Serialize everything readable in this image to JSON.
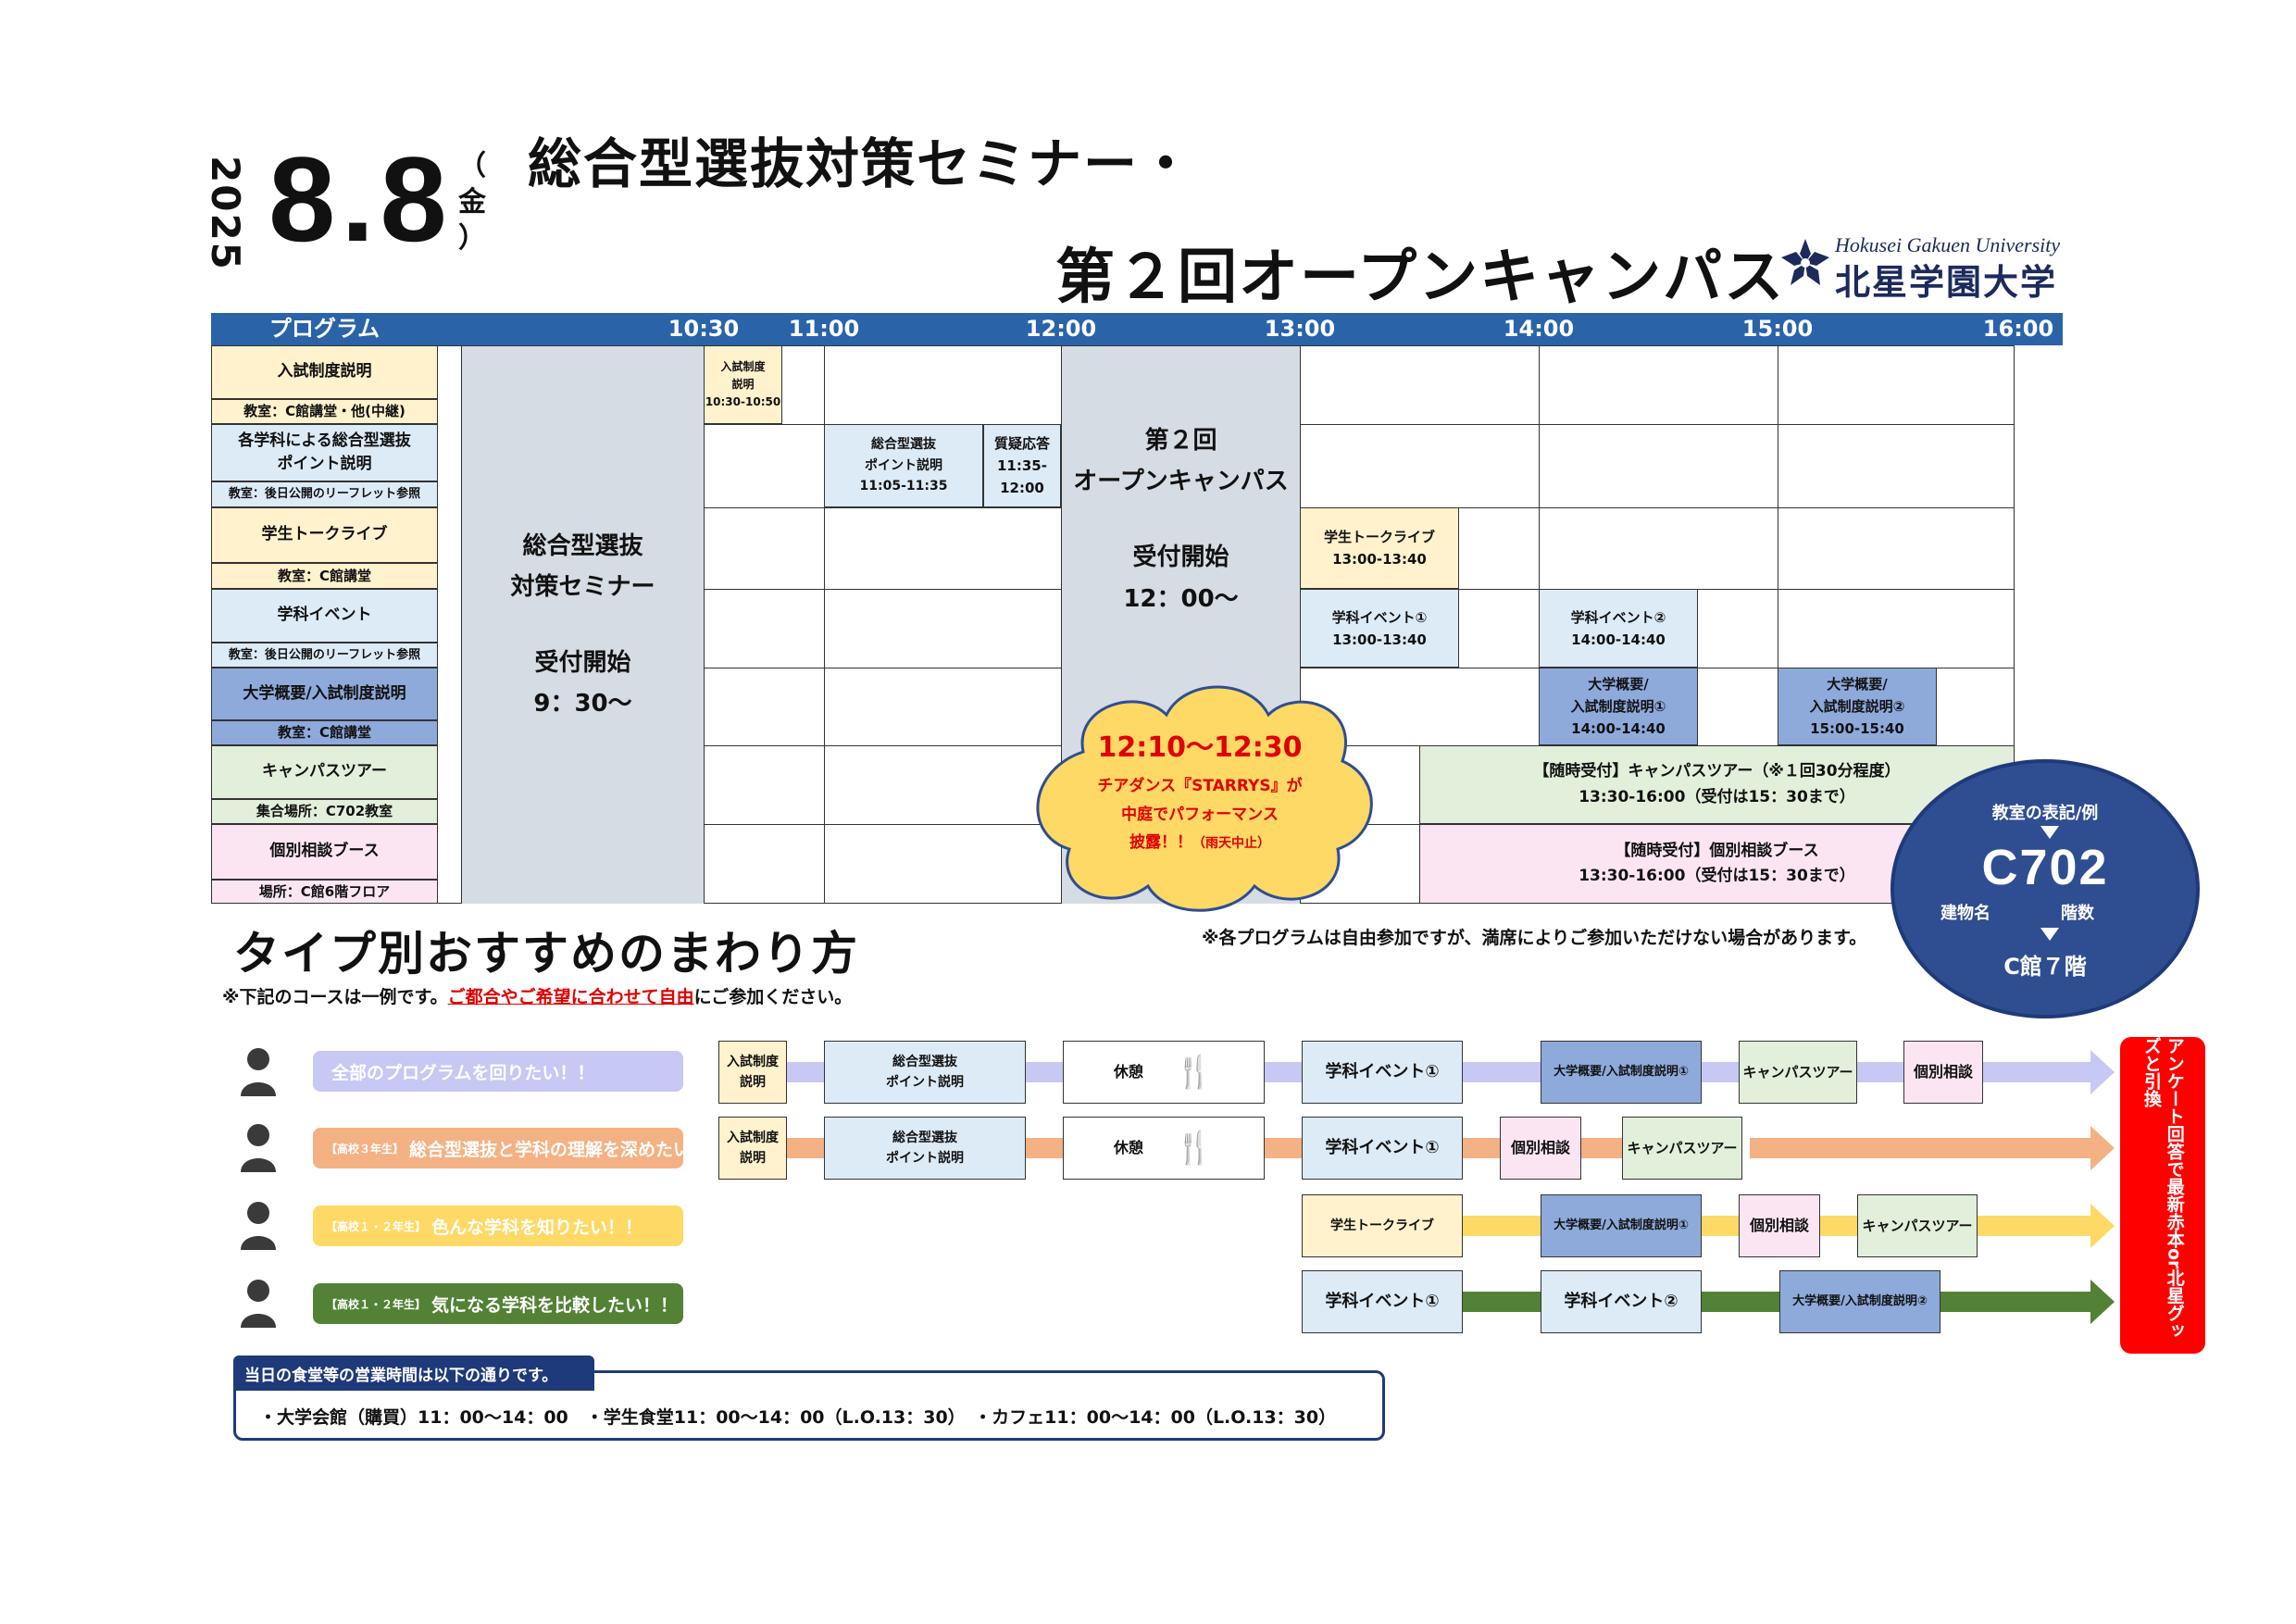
{
  "header": {
    "year": "2025",
    "date": "8.8",
    "weekday": "金",
    "title_line1": "総合型選抜対策セミナー・",
    "title_line2": "第２回オープンキャンパス",
    "logo_en": "Hokusei Gakuen University",
    "logo_jp": "北星学園大学"
  },
  "schedule": {
    "program_header": "プログラム",
    "times": [
      "10:30",
      "11:00",
      "12:00",
      "13:00",
      "14:00",
      "15:00",
      "16:00"
    ],
    "programs": [
      {
        "name": "入試制度説明",
        "room": "教室：C館講堂・他(中継)"
      },
      {
        "name": "各学科による総合型選抜\nポイント説明",
        "room": "教室：後日公開のリーフレット参照"
      },
      {
        "name": "学生トークライブ",
        "room": "教室：C館講堂"
      },
      {
        "name": "学科イベント",
        "room": "教室：後日公開のリーフレット参照"
      },
      {
        "name": "大学概要/入試制度説明",
        "room": "教室：C館講堂"
      },
      {
        "name": "キャンパスツアー",
        "room": "集合場所：C702教室"
      },
      {
        "name": "個別相談ブース",
        "room": "場所：C館6階フロア"
      }
    ],
    "seminar_block": {
      "line1": "総合型選抜",
      "line2": "対策セミナー",
      "line3": "受付開始",
      "line4": "9：30〜"
    },
    "oc_block": {
      "line1": "第２回",
      "line2": "オープンキャンパス",
      "line3": "受付開始",
      "line4": "12：00〜"
    },
    "events": {
      "admission": {
        "l1": "入試制度",
        "l2": "説明",
        "l3": "10:30-10:50"
      },
      "points": {
        "l1": "総合型選抜",
        "l2": "ポイント説明",
        "l3": "11:05-11:35"
      },
      "qa": {
        "l1": "質疑応答",
        "l2": "11:35-",
        "l3": "12:00"
      },
      "talk": {
        "l1": "学生トークライブ",
        "l2": "13:00-13:40"
      },
      "dept1": {
        "l1": "学科イベント①",
        "l2": "13:00-13:40"
      },
      "dept2": {
        "l1": "学科イベント②",
        "l2": "14:00-14:40"
      },
      "overview1": {
        "l1": "大学概要/",
        "l2": "入試制度説明①",
        "l3": "14:00-14:40"
      },
      "overview2": {
        "l1": "大学概要/",
        "l2": "入試制度説明②",
        "l3": "15:00-15:40"
      },
      "tour": {
        "l1": "【随時受付】キャンパスツアー（※１回30分程度）",
        "l2": "13:30-16:00（受付は15：30まで）"
      },
      "consult": {
        "l1": "【随時受付】個別相談ブース",
        "l2": "13:30-16:00（受付は15：30まで）"
      }
    },
    "cheer": {
      "time": "12:10〜12:30",
      "l1": "チアダンス『STARRYS』が",
      "l2": "中庭でパフォーマンス",
      "l3": "披露！！",
      "l3b": "（雨天中止）"
    },
    "room_note": {
      "title": "教室の表記/例",
      "code": "C702",
      "bld": "建物名",
      "floor": "階数",
      "result": "C館７階"
    }
  },
  "routes": {
    "title": "タイプ別おすすめのまわり方",
    "note_pre": "※下記のコースは一例です。",
    "note_red": "ご都合やご希望に合わせて自由",
    "note_post": "にご参加ください。",
    "free_note": "※各プログラムは自由参加ですが、満席によりご参加いただけない場合があります。",
    "types": [
      {
        "tag": "",
        "text": "全部のプログラムを回りたい！！",
        "color": "#c8c8f5"
      },
      {
        "tag": "【高校３年生】",
        "text": "総合型選抜と学科の理解を深めたい！！",
        "color": "#f4b183"
      },
      {
        "tag": "【高校１・２年生】",
        "text": "色んな学科を知りたい！！",
        "color": "#ffd966"
      },
      {
        "tag": "【高校１・２年生】",
        "text": "気になる学科を比較したい！！",
        "color": "#538135"
      }
    ],
    "boxes": {
      "admission_a": "入試制度",
      "admission_b": "説明",
      "points_a": "総合型選抜",
      "points_b": "ポイント説明",
      "rest": "休憩",
      "dept1": "学科イベント①",
      "dept2": "学科イベント②",
      "overview1": "大学概要/入試制度説明①",
      "overview2": "大学概要/入試制度説明②",
      "tour": "キャンパスツアー",
      "consult": "個別相談",
      "talk": "学生トークライブ"
    },
    "survey": "アンケート回答で最新赤本or北星グッズと引換"
  },
  "cafeteria": {
    "header": "当日の食堂等の営業時間は以下の通りです。",
    "text": "・大学会館（購買）11：00〜14：00　・学生食堂11：00〜14：00（L.O.13：30）　・カフェ11：00〜14：00（L.O.13：30）"
  }
}
